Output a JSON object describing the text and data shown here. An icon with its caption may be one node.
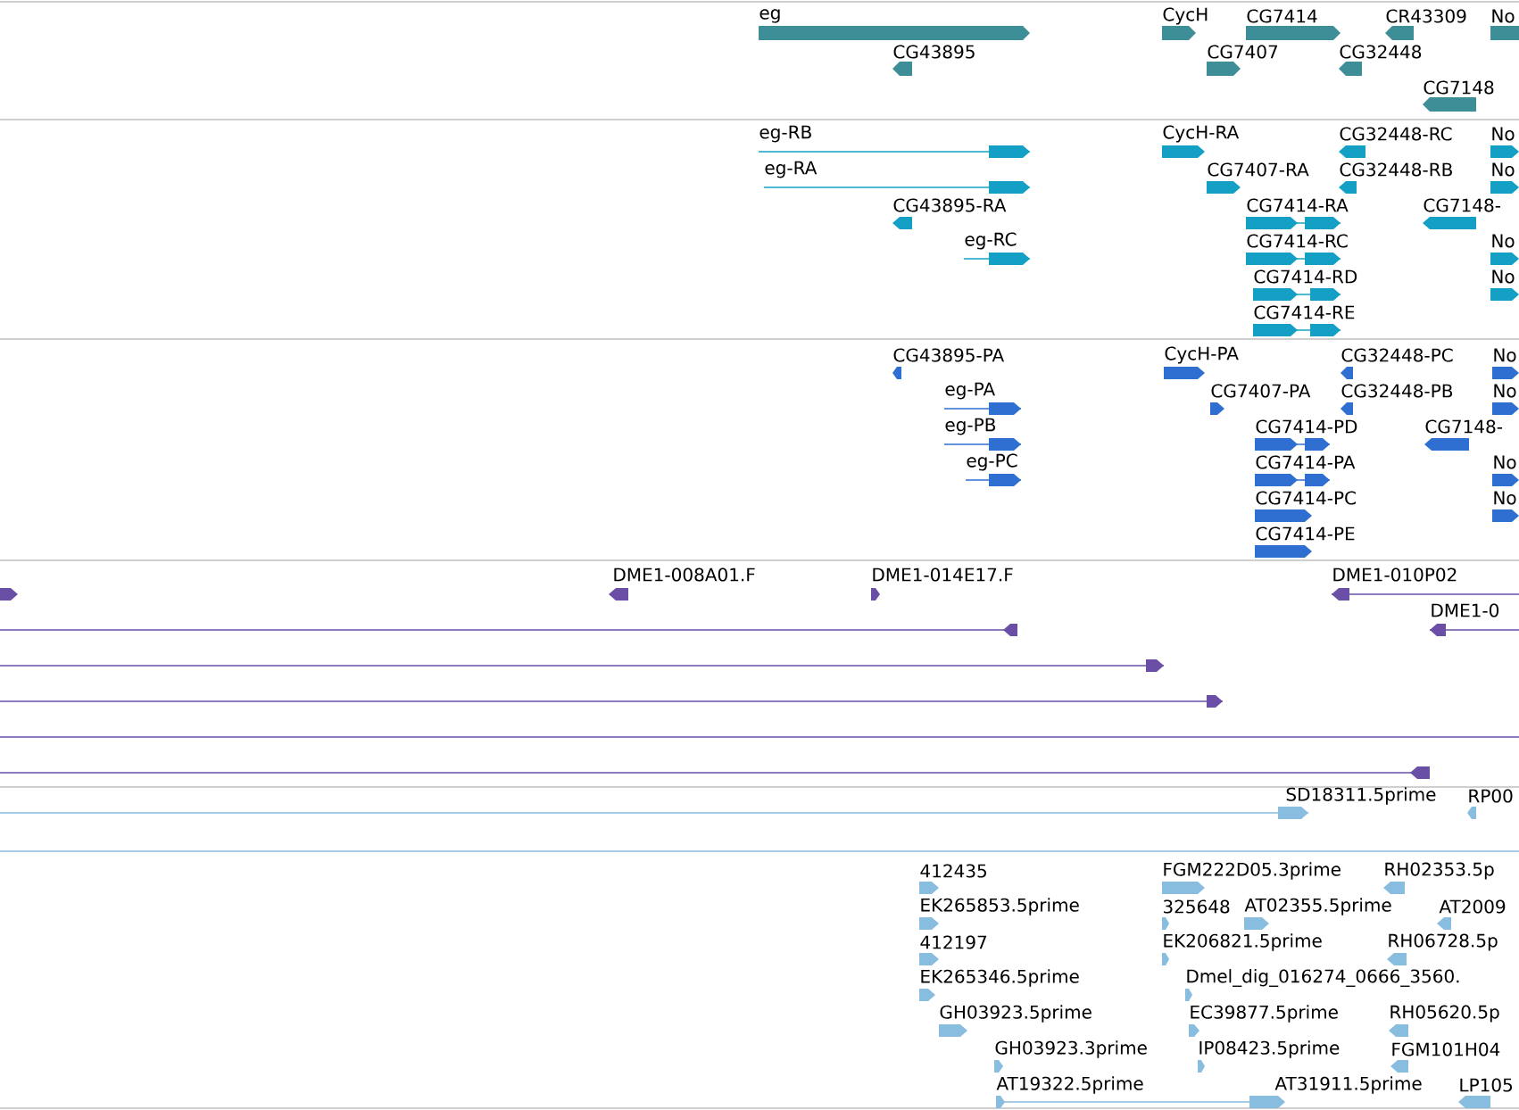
{
  "diagram": {
    "labels": [
      "eg",
      "CycH",
      "CG7414",
      "CR43309",
      "No",
      "CG43895",
      "CG7407",
      "CG32448",
      "CG7148",
      "eg-RB",
      "CycH-RA",
      "CG32448-RC",
      "No",
      "eg-RA",
      "CG7407-RA",
      "CG32448-RB",
      "No",
      "CG43895-RA",
      "CG7414-RA",
      "CG7148-",
      "eg-RC",
      "CG7414-RC",
      "No",
      "CG7414-RD",
      "No",
      "CG7414-RE",
      "CG43895-PA",
      "CycH-PA",
      "CG32448-PC",
      "No",
      "eg-PA",
      "CG7407-PA",
      "CG32448-PB",
      "No",
      "eg-PB",
      "CG7414-PD",
      "CG7148-",
      "eg-PC",
      "CG7414-PA",
      "No",
      "CG7414-PC",
      "No",
      "CG7414-PE",
      "DME1-008A01.F",
      "DME1-014E17.F",
      "DME1-010P02",
      "DME1-0",
      "SD18311.5prime",
      "RP00",
      "412435",
      "FGM222D05.3prime",
      "RH02353.5p",
      "EK265853.5prime",
      "325648",
      "AT02355.5prime",
      "AT2009",
      "412197",
      "EK206821.5prime",
      "RH06728.5p",
      "EK265346.5prime",
      "Dmel_dig_016274_0666_3560.",
      "GH03923.5prime",
      "EC39877.5prime",
      "RH05620.5p",
      "GH03923.3prime",
      "IP08423.5prime",
      "FGM101H04",
      "AT19322.5prime",
      "AT31911.5prime",
      "LP105"
    ]
  }
}
